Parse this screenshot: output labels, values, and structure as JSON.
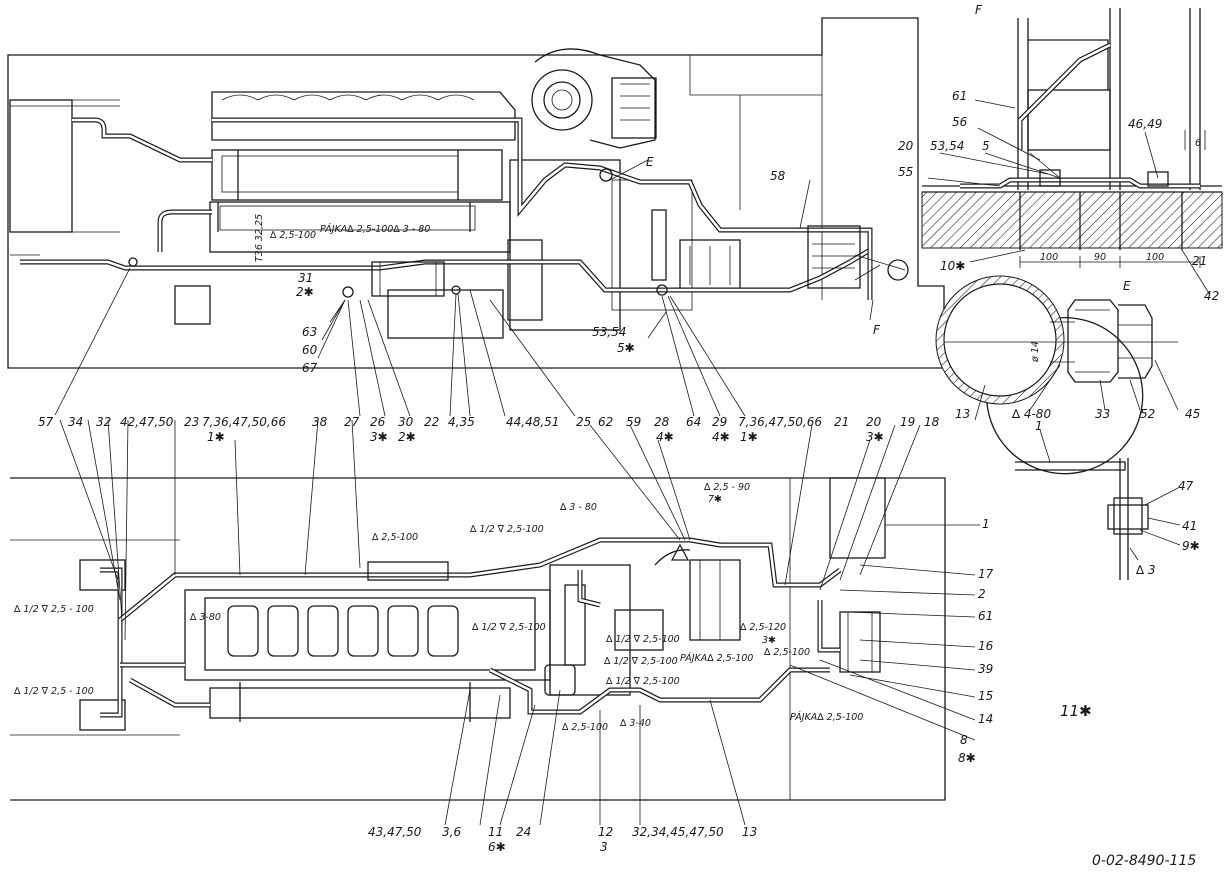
{
  "drawing_number": "0-02-8490-115",
  "sheet_mark": "11✱",
  "view_labels": {
    "section_f": "F",
    "detail_e": "E",
    "mark_f": "F",
    "mark_e": "E"
  },
  "top_view": {
    "notes": [
      "∆ 2,5-100",
      "PÁJKA∆ 2,5-100∆ 3 - 80",
      "T36 32,25"
    ],
    "leaders": [
      "31",
      "2✱",
      "63",
      "60",
      "67",
      "57",
      "34",
      "32",
      "42,47,50",
      "23",
      "7,36,47,50,66",
      "1✱",
      "38",
      "27",
      "26",
      "3✱",
      "30",
      "2✱",
      "22",
      "4,35",
      "44,48,51",
      "25",
      "62",
      "59",
      "28",
      "4✱",
      "64",
      "29",
      "4✱",
      "7,36,47,50,66",
      "1✱",
      "21",
      "20",
      "3✱",
      "19",
      "18",
      "53,54",
      "5✱",
      "58"
    ]
  },
  "section_f": {
    "leaders": [
      "61",
      "56",
      "20",
      "53,54",
      "5",
      "46,49",
      "55",
      "10✱",
      "21",
      "42"
    ],
    "dims": [
      "100",
      "90",
      "100",
      "6"
    ]
  },
  "detail_e": {
    "leaders": [
      "13",
      "∆ 4-80",
      "33",
      "52",
      "45"
    ],
    "dims": [
      "ø 14"
    ]
  },
  "detail_1": {
    "leaders": [
      "1",
      "47",
      "41",
      "9✱",
      "∆ 3"
    ]
  },
  "bottom_view": {
    "notes": [
      "∆ 2,5 - 90",
      "7✱",
      "∆ 3 - 80",
      "∆ 1/2 ∇ 2,5-100",
      "∆ 2,5-100",
      "∆ 1/2 ∇ 2,5 - 100",
      "∆ 1/2 ∇ 2,5 - 100",
      "∆ 3-80",
      "∆ 1/2 ∇ 2,5-100",
      "∆ 2,5-120",
      "3✱",
      "PÁJKA∆ 2,5-100",
      "∆ 2,5-100",
      "∆ 1/2 ∇ 2,5-100",
      "∆ 1/2 ∇ 2,5-100",
      "∆ 2,5-100",
      "∆ 3-40",
      "PÁJKA∆ 2,5-100",
      "∆ 1/2 ∇ 2,5-100"
    ],
    "right_leaders": [
      "1",
      "17",
      "2",
      "61",
      "16",
      "39",
      "15",
      "14",
      "8",
      "8✱"
    ],
    "bottom_leaders": [
      "43,47,50",
      "3,6",
      "11",
      "6✱",
      "24",
      "12",
      "3",
      "32,34,45,47,50",
      "13"
    ]
  }
}
